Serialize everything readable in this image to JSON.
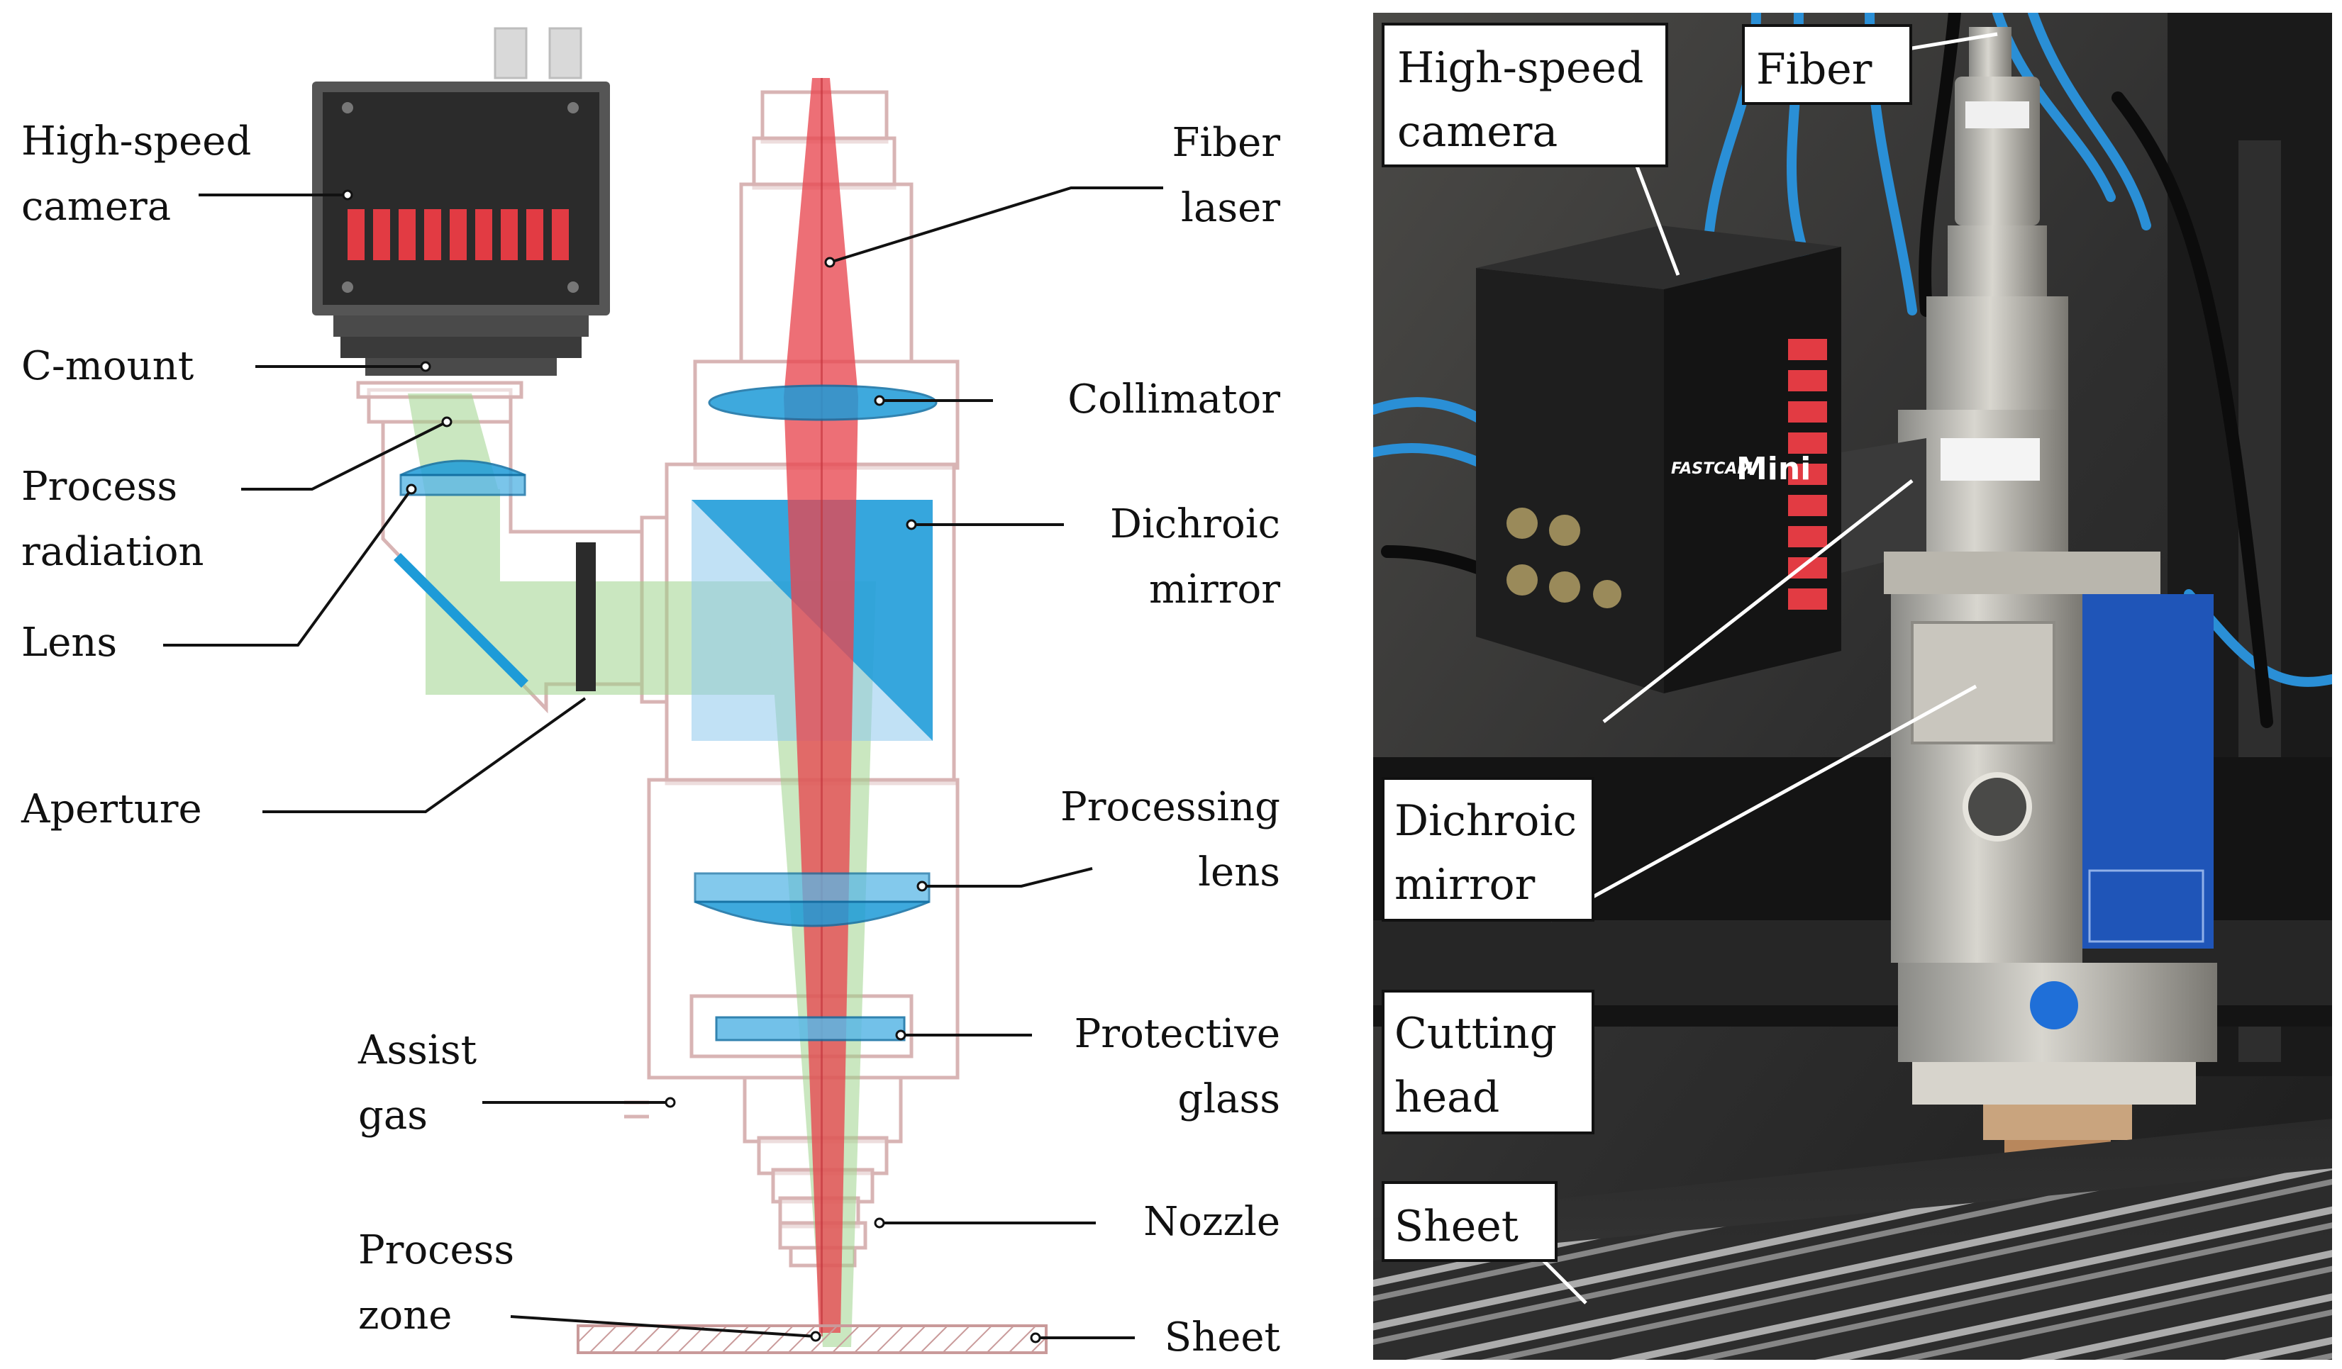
{
  "left_labels": {
    "hs_camera": [
      "High-speed",
      "camera"
    ],
    "c_mount": "C-mount",
    "process_radiation": [
      "Process",
      "radiation"
    ],
    "lens": "Lens",
    "aperture": "Aperture",
    "assist_gas": [
      "Assist",
      "gas"
    ],
    "process_zone": [
      "Process",
      "zone"
    ],
    "fiber_laser": [
      "Fiber",
      "laser"
    ],
    "collimator": "Collimator",
    "dichroic_mirror": [
      "Dichroic",
      "mirror"
    ],
    "processing_lens": [
      "Processing",
      "lens"
    ],
    "protective_glass": [
      "Protective",
      "glass"
    ],
    "nozzle": "Nozzle",
    "sheet": "Sheet"
  },
  "photo_labels": {
    "hs_camera": [
      "High-speed",
      "camera"
    ],
    "fiber": "Fiber",
    "dichroic_mirror": [
      "Dichroic",
      "mirror"
    ],
    "cutting_head": [
      "Cutting",
      "head"
    ],
    "sheet": "Sheet"
  },
  "photo_text": {
    "camera_brand": "FASTCAM",
    "camera_model": "Mini"
  },
  "colors": {
    "laser": "#e8474f",
    "radiation": "#9fd48d",
    "optics": "#1d9bd8",
    "housing": "#d8b4b4",
    "camera_body": "#2b2b2b",
    "camera_led": "#e23b43"
  }
}
